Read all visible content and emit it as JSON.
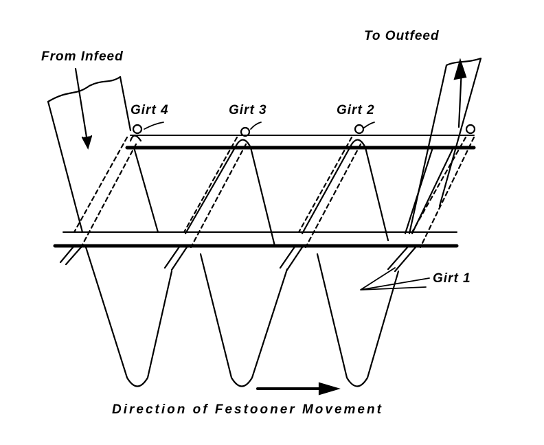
{
  "labels": {
    "infeed": "From Infeed",
    "outfeed": "To Outfeed",
    "girt4": "Girt 4",
    "girt3": "Girt 3",
    "girt2": "Girt 2",
    "girt1": "Girt 1",
    "caption": "Direction of Festooner Movement"
  },
  "colors": {
    "ink": "#000000",
    "background": "#ffffff"
  }
}
